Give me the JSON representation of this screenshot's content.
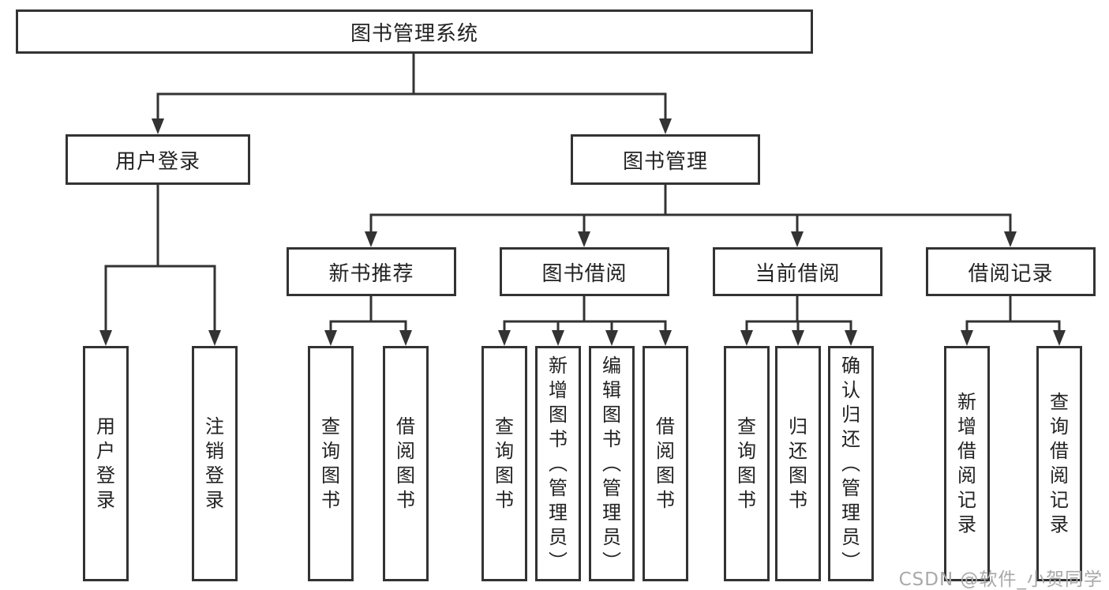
{
  "diagram": {
    "root": {
      "label": "图书管理系统"
    },
    "user_login": {
      "label": "用户登录",
      "children": [
        {
          "label": "用户登录"
        },
        {
          "label": "注销登录"
        }
      ]
    },
    "book_management": {
      "label": "图书管理",
      "sections": [
        {
          "label": "新书推荐",
          "children": [
            {
              "label": "查询图书"
            },
            {
              "label": "借阅图书"
            }
          ]
        },
        {
          "label": "图书借阅",
          "children": [
            {
              "label": "查询图书"
            },
            {
              "label": "新增图书（管理员）"
            },
            {
              "label": "编辑图书（管理员）"
            },
            {
              "label": "借阅图书"
            }
          ]
        },
        {
          "label": "当前借阅",
          "children": [
            {
              "label": "查询图书"
            },
            {
              "label": "归还图书"
            },
            {
              "label": "确认归还（管理员）"
            }
          ]
        },
        {
          "label": "借阅记录",
          "children": [
            {
              "label": "新增借阅记录"
            },
            {
              "label": "查询借阅记录"
            }
          ]
        }
      ]
    }
  },
  "watermark": {
    "text": "CSDN @软件_小贺同学"
  },
  "colors": {
    "line": "#333333",
    "box_border": "#333333",
    "box_fill": "#ffffff",
    "text": "#222222",
    "watermark": "#a9a9a9",
    "background": "#ffffff"
  }
}
